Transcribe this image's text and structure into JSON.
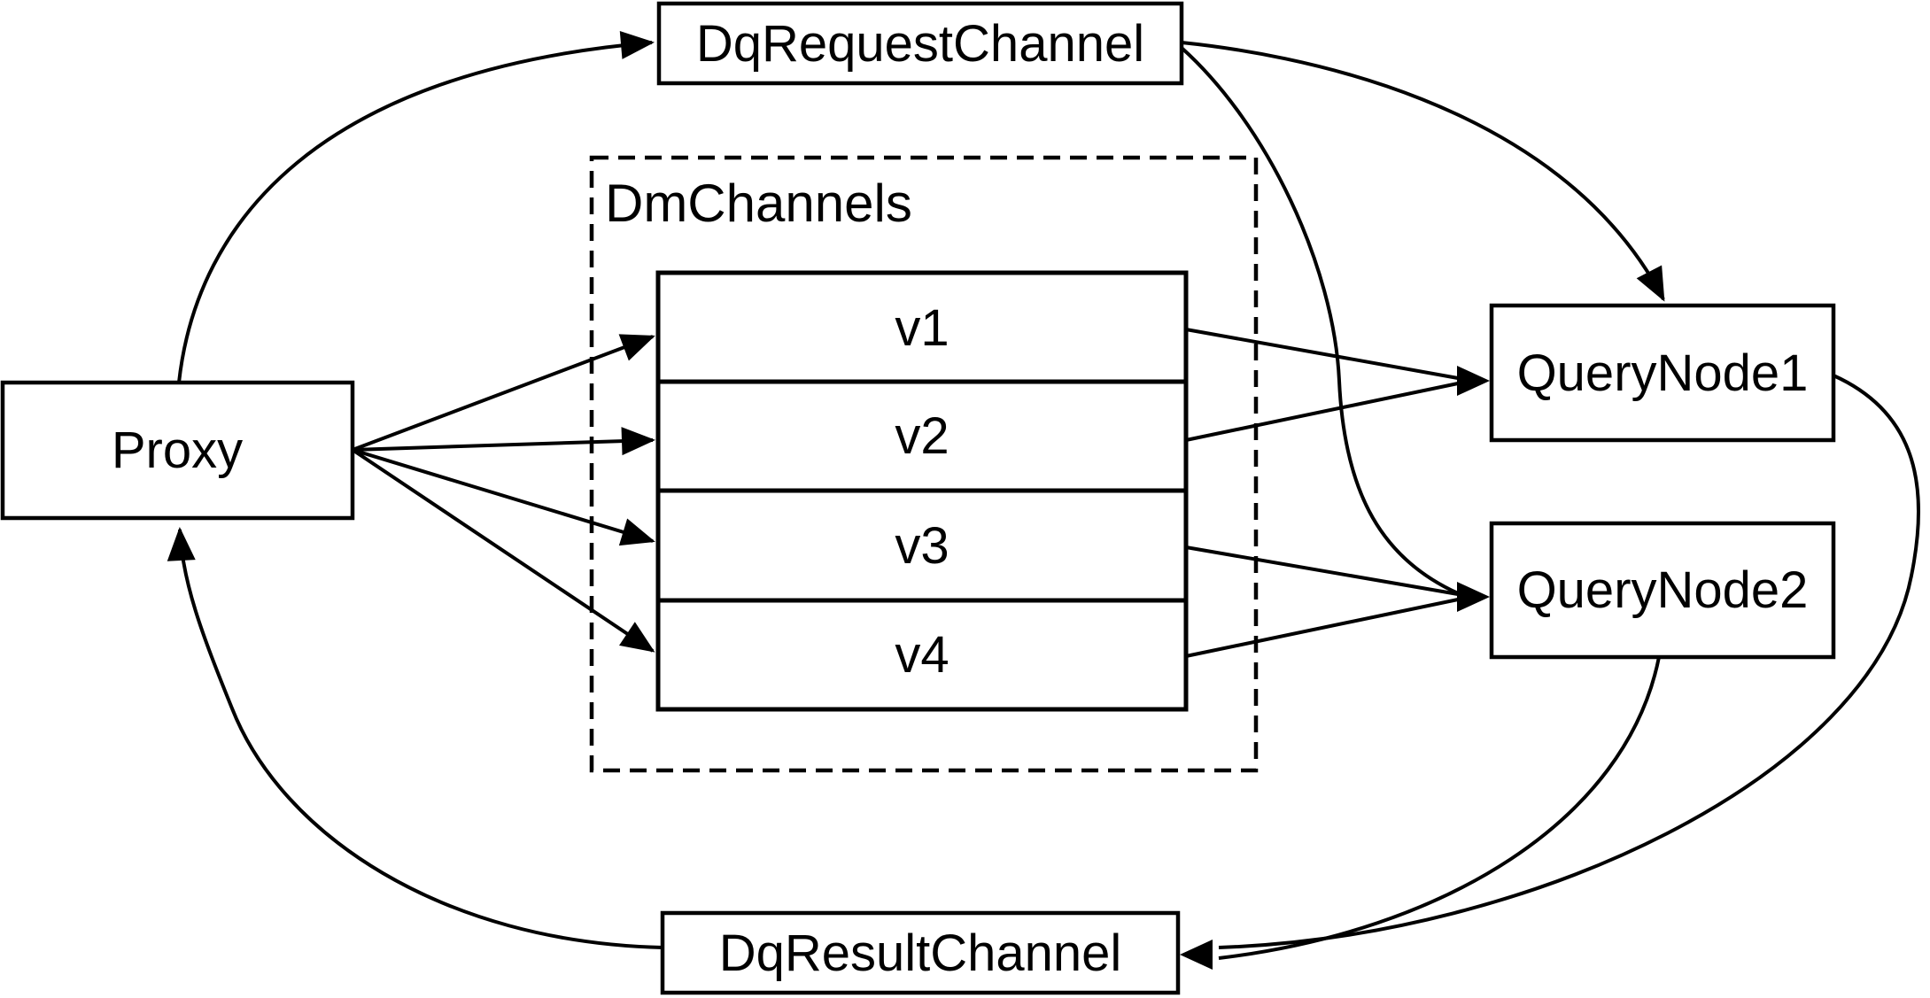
{
  "diagram": {
    "title": "Milvus query channel architecture diagram",
    "background_color": "#ffffff",
    "stroke_color": "#000000",
    "nodes": {
      "proxy": {
        "label": "Proxy"
      },
      "dq_request_channel": {
        "label": "DqRequestChannel"
      },
      "dq_result_channel": {
        "label": "DqResultChannel"
      },
      "query_node_1": {
        "label": "QueryNode1"
      },
      "query_node_2": {
        "label": "QueryNode2"
      },
      "dm_channels": {
        "label": "DmChannels",
        "channels": [
          {
            "label": "v1"
          },
          {
            "label": "v2"
          },
          {
            "label": "v3"
          },
          {
            "label": "v4"
          }
        ]
      }
    },
    "edges": [
      {
        "from": "Proxy",
        "to": "DqRequestChannel",
        "style": "curved-arrow"
      },
      {
        "from": "Proxy",
        "to": "v1",
        "style": "straight-arrow"
      },
      {
        "from": "Proxy",
        "to": "v2",
        "style": "straight-arrow"
      },
      {
        "from": "Proxy",
        "to": "v3",
        "style": "straight-arrow"
      },
      {
        "from": "Proxy",
        "to": "v4",
        "style": "straight-arrow"
      },
      {
        "from": "v1",
        "to": "QueryNode1",
        "style": "straight-arrow"
      },
      {
        "from": "v2",
        "to": "QueryNode1",
        "style": "straight-arrow"
      },
      {
        "from": "v3",
        "to": "QueryNode2",
        "style": "straight-arrow"
      },
      {
        "from": "v4",
        "to": "QueryNode2",
        "style": "straight-arrow"
      },
      {
        "from": "DqRequestChannel",
        "to": "QueryNode1",
        "style": "curved-arrow"
      },
      {
        "from": "DqRequestChannel",
        "to": "QueryNode2",
        "style": "curved-arrow"
      },
      {
        "from": "QueryNode1",
        "to": "DqResultChannel",
        "style": "curved-arrow"
      },
      {
        "from": "QueryNode2",
        "to": "DqResultChannel",
        "style": "curved-arrow"
      },
      {
        "from": "DqResultChannel",
        "to": "Proxy",
        "style": "curved-arrow"
      }
    ]
  }
}
